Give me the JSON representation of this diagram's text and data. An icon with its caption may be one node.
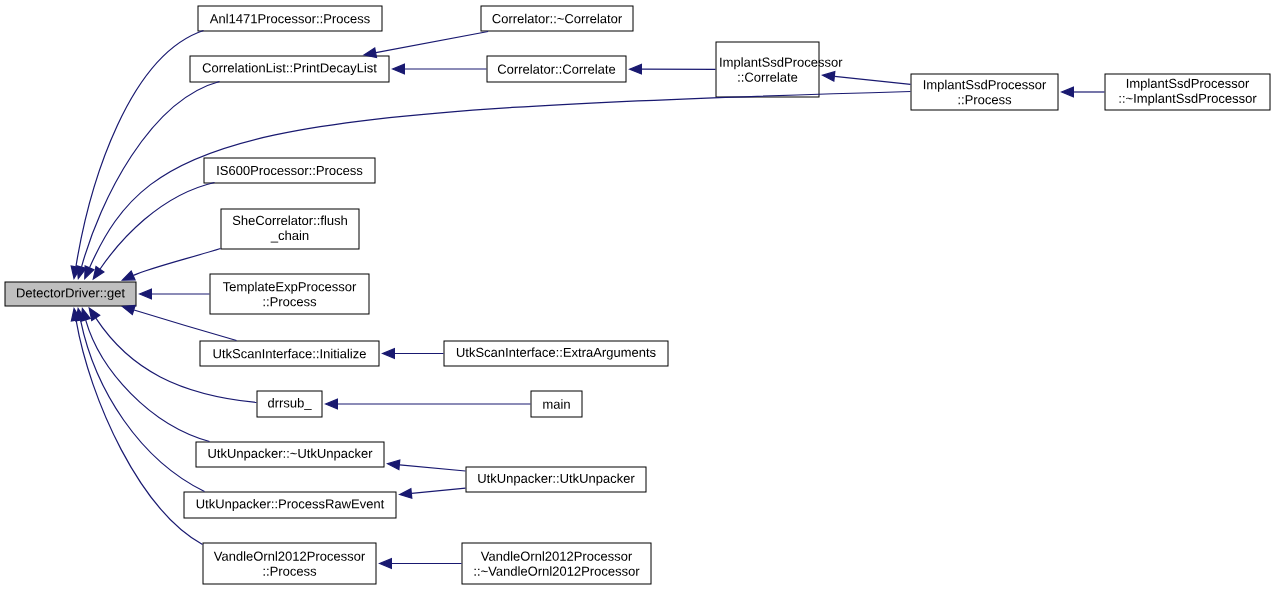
{
  "diagram": {
    "nodes": [
      {
        "text": [
          "DetectorDriver::get"
        ]
      },
      {
        "text": [
          "Anl1471Processor::Process"
        ]
      },
      {
        "text": [
          "CorrelationList::PrintDecayList"
        ]
      },
      {
        "text": [
          "Correlator::~Correlator"
        ]
      },
      {
        "text": [
          "Correlator::Correlate"
        ]
      },
      {
        "text": [
          "ImplantSsdProcessor ::Correlate"
        ]
      },
      {
        "text": [
          "ImplantSsdProcessor ::Process"
        ]
      },
      {
        "text": [
          "ImplantSsdProcessor ::~ImplantSsdProcessor"
        ]
      },
      {
        "text": [
          "IS600Processor::Process"
        ]
      },
      {
        "text": [
          "SheCorrelator::flush _chain"
        ]
      },
      {
        "text": [
          "TemplateExpProcessor ::Process"
        ]
      },
      {
        "text": [
          "UtkScanInterface::Initialize"
        ]
      },
      {
        "text": [
          "UtkScanInterface::ExtraArguments"
        ]
      },
      {
        "text": [
          "drrsub_"
        ]
      },
      {
        "text": [
          "main"
        ]
      },
      {
        "text": [
          "UtkUnpacker::~UtkUnpacker"
        ]
      },
      {
        "text": [
          "UtkUnpacker::UtkUnpacker"
        ]
      },
      {
        "text": [
          "UtkUnpacker::ProcessRawEvent"
        ]
      },
      {
        "text": [
          "VandleOrnl2012Processor ::Process"
        ]
      },
      {
        "text": [
          "VandleOrnl2012Processor ::~VandleOrnl2012Processor"
        ]
      }
    ],
    "edges": [
      {
        "from": 1,
        "to": 0,
        "arrow": "to"
      },
      {
        "from": 2,
        "to": 0,
        "arrow": "to"
      },
      {
        "from": 6,
        "to": 0,
        "arrow": "to"
      },
      {
        "from": 8,
        "to": 0,
        "arrow": "to"
      },
      {
        "from": 9,
        "to": 0,
        "arrow": "to"
      },
      {
        "from": 10,
        "to": 0,
        "arrow": "to"
      },
      {
        "from": 11,
        "to": 0,
        "arrow": "to"
      },
      {
        "from": 13,
        "to": 0,
        "arrow": "to"
      },
      {
        "from": 15,
        "to": 0,
        "arrow": "to"
      },
      {
        "from": 17,
        "to": 0,
        "arrow": "to"
      },
      {
        "from": 18,
        "to": 0,
        "arrow": "to"
      },
      {
        "from": 3,
        "to": 2,
        "arrow": "to"
      },
      {
        "from": 4,
        "to": 2,
        "arrow": "to"
      },
      {
        "from": 5,
        "to": 4,
        "arrow": "to"
      },
      {
        "from": 6,
        "to": 5,
        "arrow": "to"
      },
      {
        "from": 7,
        "to": 6,
        "arrow": "to"
      },
      {
        "from": 12,
        "to": 11,
        "arrow": "to"
      },
      {
        "from": 14,
        "to": 13,
        "arrow": "to"
      },
      {
        "from": 16,
        "to": 15,
        "arrow": "to"
      },
      {
        "from": 16,
        "to": 17,
        "arrow": "to"
      },
      {
        "from": 19,
        "to": 18,
        "arrow": "to"
      }
    ]
  }
}
